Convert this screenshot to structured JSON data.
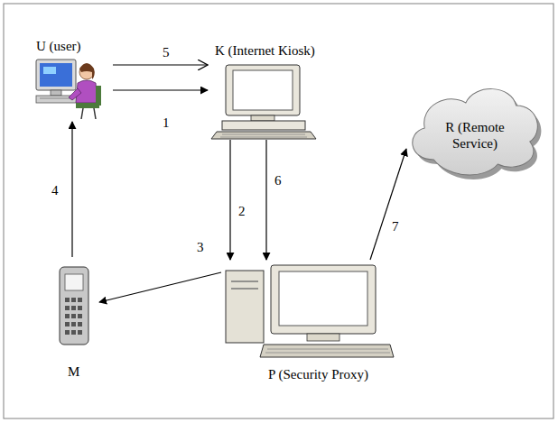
{
  "diagram": {
    "nodes": [
      {
        "text": [
          "U (user)"
        ]
      },
      {
        "text": [
          "K (Internet Kiosk)"
        ]
      },
      {
        "text": [
          "R (Remote Service)"
        ]
      },
      {
        "text": [
          "M"
        ]
      },
      {
        "text": [
          "P (Security Proxy)"
        ]
      }
    ],
    "edges": [
      {
        "from": 0,
        "to": 1,
        "label": "1",
        "arrow": "to"
      },
      {
        "from": 1,
        "to": 4,
        "label": "2",
        "arrow": "to"
      },
      {
        "from": 4,
        "to": 3,
        "label": "3",
        "arrow": "to"
      },
      {
        "from": 3,
        "to": 0,
        "label": "4",
        "arrow": "to"
      },
      {
        "from": 0,
        "to": 1,
        "label": "5",
        "arrow": "to"
      },
      {
        "from": 1,
        "to": 4,
        "label": "6",
        "arrow": "to"
      },
      {
        "from": 4,
        "to": 2,
        "label": "7",
        "arrow": "to"
      }
    ]
  }
}
